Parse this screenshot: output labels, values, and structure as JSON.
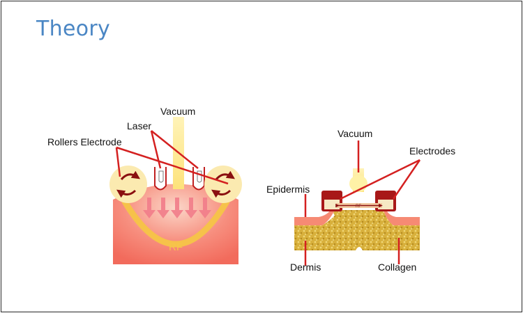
{
  "title": "Theory",
  "left_diagram": {
    "labels": {
      "vacuum": "Vacuum",
      "laser": "Laser",
      "rollers_electrode": "Rollers Electrode",
      "rf": "RF"
    }
  },
  "right_diagram": {
    "labels": {
      "vacuum": "Vacuum",
      "electrodes": "Electrodes",
      "epidermis": "Epidermis",
      "dermis": "Dermis",
      "collagen": "Collagen",
      "rf": "RF"
    }
  },
  "colors": {
    "title": "#4a86c4",
    "pointer_line": "#d42020",
    "roller": "#fbeab0",
    "tissue": "#f47a6a",
    "collagen": "#d9b13a",
    "rf_arc": "#f6c24a"
  }
}
